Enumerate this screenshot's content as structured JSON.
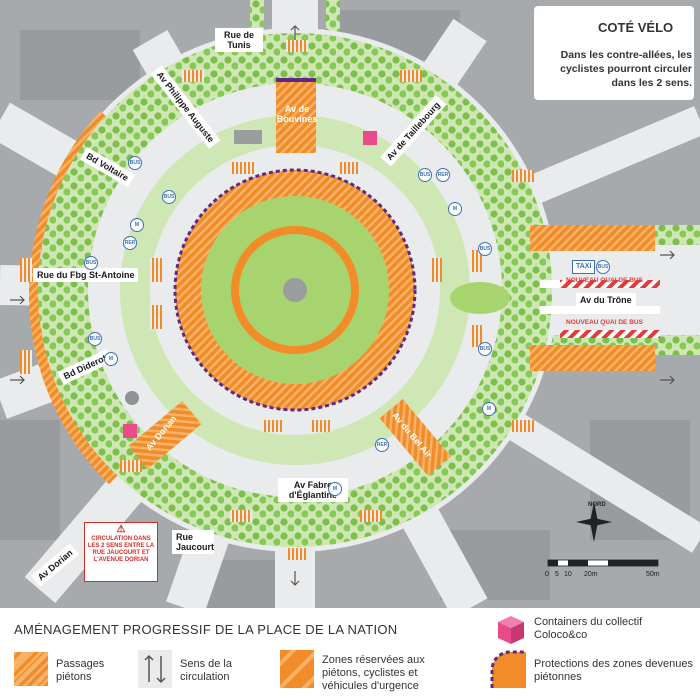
{
  "velo": {
    "title": "COTÉ VÉLO",
    "text": "Dans les contre-allées, les cyclistes pourront circuler dans les 2 sens.",
    "icon": "bicycle-icon"
  },
  "streets": {
    "tunis": "Rue de Tunis",
    "philippe": "Av Philippe Auguste",
    "bouvines": "Av de Bouvines",
    "taillebourg": "Av de Taillebourg",
    "voltaire": "Bd Voltaire",
    "stantoine": "Rue du Fbg St-Antoine",
    "diderot": "Bd Diderot",
    "dorian_inner": "Av Dorian",
    "dorian_outer": "Av Dorian",
    "belair": "Av du Bel Air",
    "fabre": "Av Fabre d'Églantine",
    "jaucourt": "Rue Jaucourt",
    "trone": "Av du Trône"
  },
  "bus_quai_1": "NOUVEAU QUAI DE BUS",
  "bus_quai_2": "NOUVEAU QUAI DE BUS",
  "taxi": "TAXI",
  "bus": "BUS",
  "metro": "M",
  "rer": "RER",
  "warning": "CIRCULATION DANS LES 2 SENS ENTRE LA RUE JAUCOURT ET L'AVENUE DORIAN",
  "north": "NORD",
  "scale": {
    "labels": [
      "0",
      "5",
      "10",
      "20m",
      "50m"
    ]
  },
  "legend": {
    "title": "AMÉNAGEMENT PROGRESSIF DE LA PLACE DE LA NATION",
    "containers": "Containers du collectif Coloco&co",
    "passages": "Passages piétons",
    "sens": "Sens de la circulation",
    "zones": "Zones réservées aux piétons, cyclistes et véhicules d'urgence",
    "protections": "Protections des zones devenues piétonnes"
  },
  "colors": {
    "orange": "#f28c28",
    "green_light": "#a8d46f",
    "green_tree": "#7cc04b",
    "grey_block": "#a7aaad",
    "road": "#e9ebec",
    "purple": "#5b2a86",
    "pink": "#e94b8a"
  }
}
